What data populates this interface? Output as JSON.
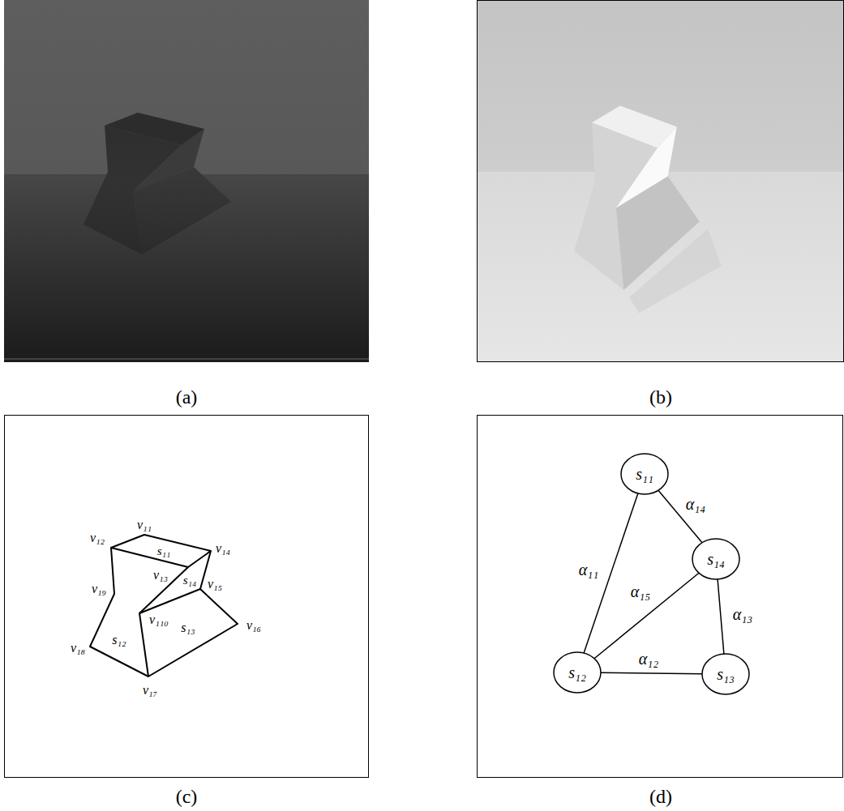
{
  "diagram": {
    "nodes": [
      {
        "text": [
          "s₁₁"
        ]
      },
      {
        "text": [
          "s₁₄"
        ]
      },
      {
        "text": [
          "s₁₂"
        ]
      },
      {
        "text": [
          "s₁₃"
        ]
      }
    ],
    "edges": [
      {
        "from": 0,
        "to": 1,
        "arrow": "none",
        "label": "α₁₄"
      },
      {
        "from": 0,
        "to": 2,
        "arrow": "none",
        "label": "α₁₁"
      },
      {
        "from": 1,
        "to": 2,
        "arrow": "none",
        "label": "α₁₅"
      },
      {
        "from": 1,
        "to": 3,
        "arrow": "none",
        "label": "α₁₃"
      },
      {
        "from": 2,
        "to": 3,
        "arrow": "none",
        "label": "α₁₂"
      }
    ],
    "labels": [
      "(a)",
      "(b)",
      "(c)",
      "(d)",
      "v₁₁",
      "v₁₂",
      "s₁₁",
      "v₁₄",
      "v₁₃",
      "s₁₄",
      "v₁₅",
      "v₁₉",
      "v₁₁₀",
      "s₁₂",
      "s₁₃",
      "v₁₆",
      "v₁₈",
      "v₁₇"
    ]
  }
}
